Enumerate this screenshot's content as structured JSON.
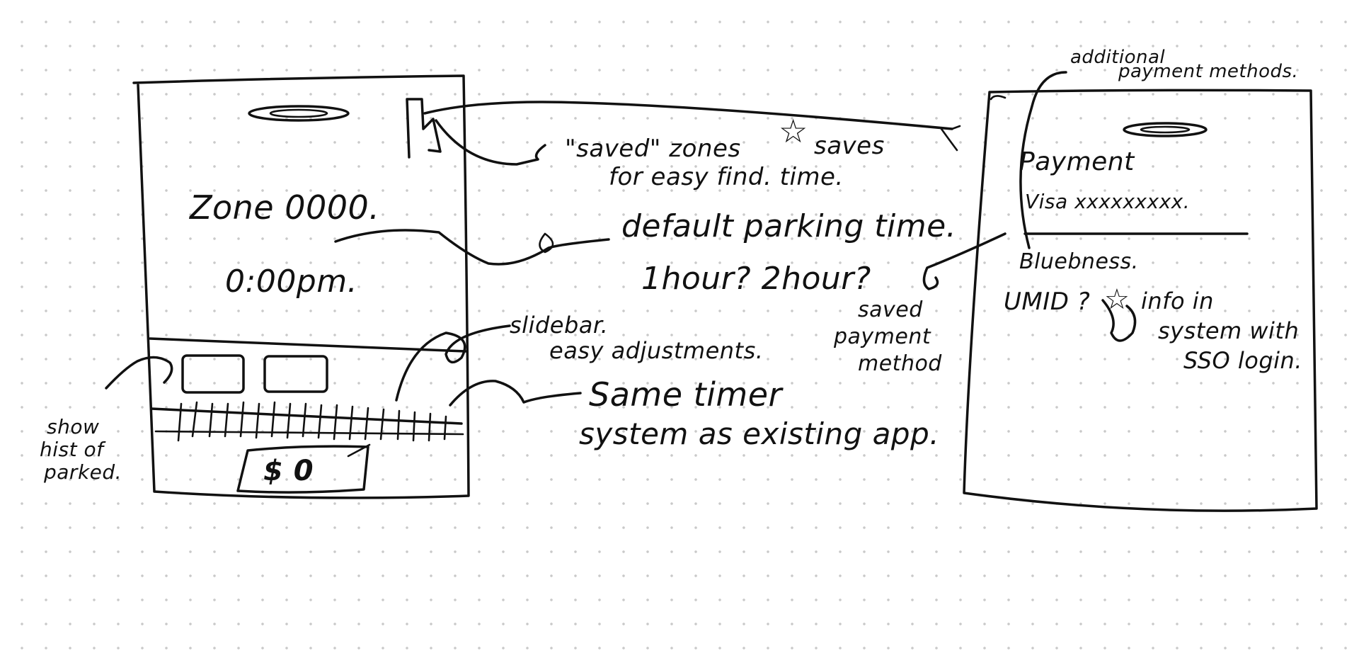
{
  "left_phone": {
    "zone_label": "Zone 0000.",
    "time_label": "0:00pm.",
    "start_button_label": "$ 0"
  },
  "right_phone": {
    "payment_title": "Payment",
    "card_label": "Visa xxxxxxxxx.",
    "bluebness_label": "Bluebness.",
    "umid_label": "UMID ?"
  },
  "annotations": {
    "additional_payment": [
      "additional",
      "payment methods."
    ],
    "saved_zones": [
      "\"saved\" zones",
      "saves",
      "for easy find. time."
    ],
    "default_parking": "default parking time.",
    "time_options": "1hour? 2hour?",
    "slidebar": [
      "slidebar.",
      "easy adjustments."
    ],
    "same_timer": [
      "Same timer",
      "system as existing app."
    ],
    "show_hist": [
      "show",
      "hist of",
      "parked."
    ],
    "saved_payment": [
      "saved",
      "payment",
      "method"
    ],
    "info_in_system": [
      "info in",
      "system with",
      "SSO login."
    ]
  },
  "icons": [
    "bookmark-icon",
    "star-icon",
    "notch-icon"
  ]
}
